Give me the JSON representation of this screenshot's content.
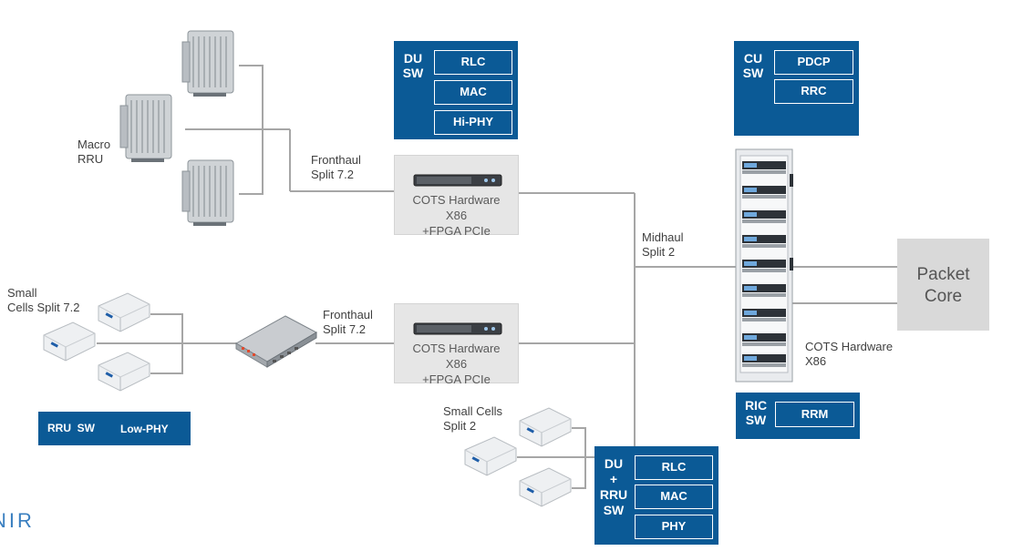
{
  "macro_rru": {
    "line1": "Macro",
    "line2": "RRU"
  },
  "fronthaul_top": {
    "line1": "Fronthaul",
    "line2": "Split 7.2"
  },
  "fronthaul_bottom": {
    "line1": "Fronthaul",
    "line2": "Split 7.2"
  },
  "cots_top": {
    "line1": "COTS Hardware",
    "line2": "X86",
    "line3": "+FPGA PCIe"
  },
  "cots_bottom": {
    "line1": "COTS Hardware",
    "line2": "X86",
    "line3": "+FPGA PCIe"
  },
  "du_sw": {
    "title1": "DU",
    "title2": "SW",
    "cells": [
      "RLC",
      "MAC",
      "Hi-PHY"
    ]
  },
  "cu_sw": {
    "title1": "CU",
    "title2": "SW",
    "cells": [
      "PDCP",
      "RRC"
    ]
  },
  "ric_sw": {
    "title1": "RIC",
    "title2": "SW",
    "cells": [
      "RRM"
    ]
  },
  "du_rru_sw": {
    "title1": "DU",
    "title2": "+",
    "title3": "RRU",
    "title4": "SW",
    "cells": [
      "RLC",
      "MAC",
      "PHY"
    ]
  },
  "rru_sw": {
    "title": "RRU  SW",
    "cell": "Low-PHY"
  },
  "midhaul": {
    "line1": "Midhaul",
    "line2": "Split 2"
  },
  "small_cells_72": {
    "line1": "Small",
    "line2": "Cells Split 7.2"
  },
  "small_cells_2": {
    "line1": "Small Cells",
    "line2": "Split 2"
  },
  "cots_rack": {
    "line1": "COTS Hardware",
    "line2": "X86"
  },
  "packet_core": {
    "line1": "Packet",
    "line2": "Core"
  },
  "logo": {
    "text": "NIR"
  },
  "colors": {
    "brand_blue": "#0b5a96",
    "line_gray": "#a6a6a6",
    "box_gray": "#e6e6e6",
    "core_gray": "#d9d9d9"
  },
  "icons": [
    "macro-rru-icon",
    "small-cell-icon",
    "server-icon",
    "switch-icon",
    "server-rack-icon"
  ]
}
